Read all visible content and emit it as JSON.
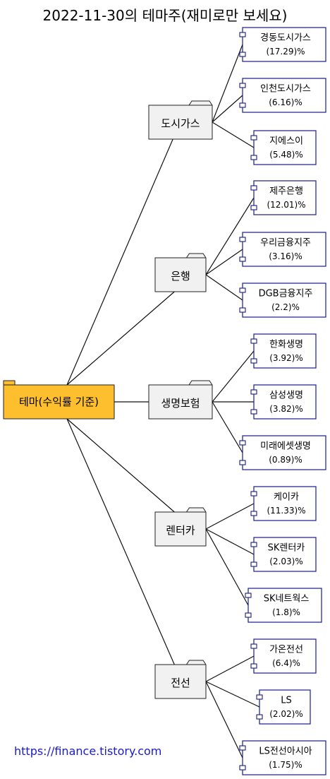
{
  "title": "2022-11-30의 테마주(재미로만 보세요)",
  "footer_url": "https://finance.tistory.com",
  "colors": {
    "root_fill": "#fdbf2d",
    "folder_fill": "#f1f1f1",
    "leaf_border": "#1a1a8c",
    "link_text": "#1a1ad0"
  },
  "root": {
    "label": "테마(수익률 기준)"
  },
  "themes": [
    {
      "label": "도시가스",
      "stocks": [
        {
          "name": "경동도시가스",
          "pct": "(17.29)%"
        },
        {
          "name": "인천도시가스",
          "pct": "(6.16)%"
        },
        {
          "name": "지에스이",
          "pct": "(5.48)%"
        }
      ]
    },
    {
      "label": "은행",
      "stocks": [
        {
          "name": "제주은행",
          "pct": "(12.01)%"
        },
        {
          "name": "우리금융지주",
          "pct": "(3.16)%"
        },
        {
          "name": "DGB금융지주",
          "pct": "(2.2)%"
        }
      ]
    },
    {
      "label": "생명보험",
      "stocks": [
        {
          "name": "한화생명",
          "pct": "(3.92)%"
        },
        {
          "name": "삼성생명",
          "pct": "(3.82)%"
        },
        {
          "name": "미래에셋생명",
          "pct": "(0.89)%"
        }
      ]
    },
    {
      "label": "렌터카",
      "stocks": [
        {
          "name": "케이카",
          "pct": "(11.33)%"
        },
        {
          "name": "SK렌터카",
          "pct": "(2.03)%"
        },
        {
          "name": "SK네트웍스",
          "pct": "(1.8)%"
        }
      ]
    },
    {
      "label": "전선",
      "stocks": [
        {
          "name": "가온전선",
          "pct": "(6.4)%"
        },
        {
          "name": "LS",
          "pct": "(2.02)%"
        },
        {
          "name": "LS전선아시아",
          "pct": "(1.75)%"
        }
      ]
    }
  ]
}
